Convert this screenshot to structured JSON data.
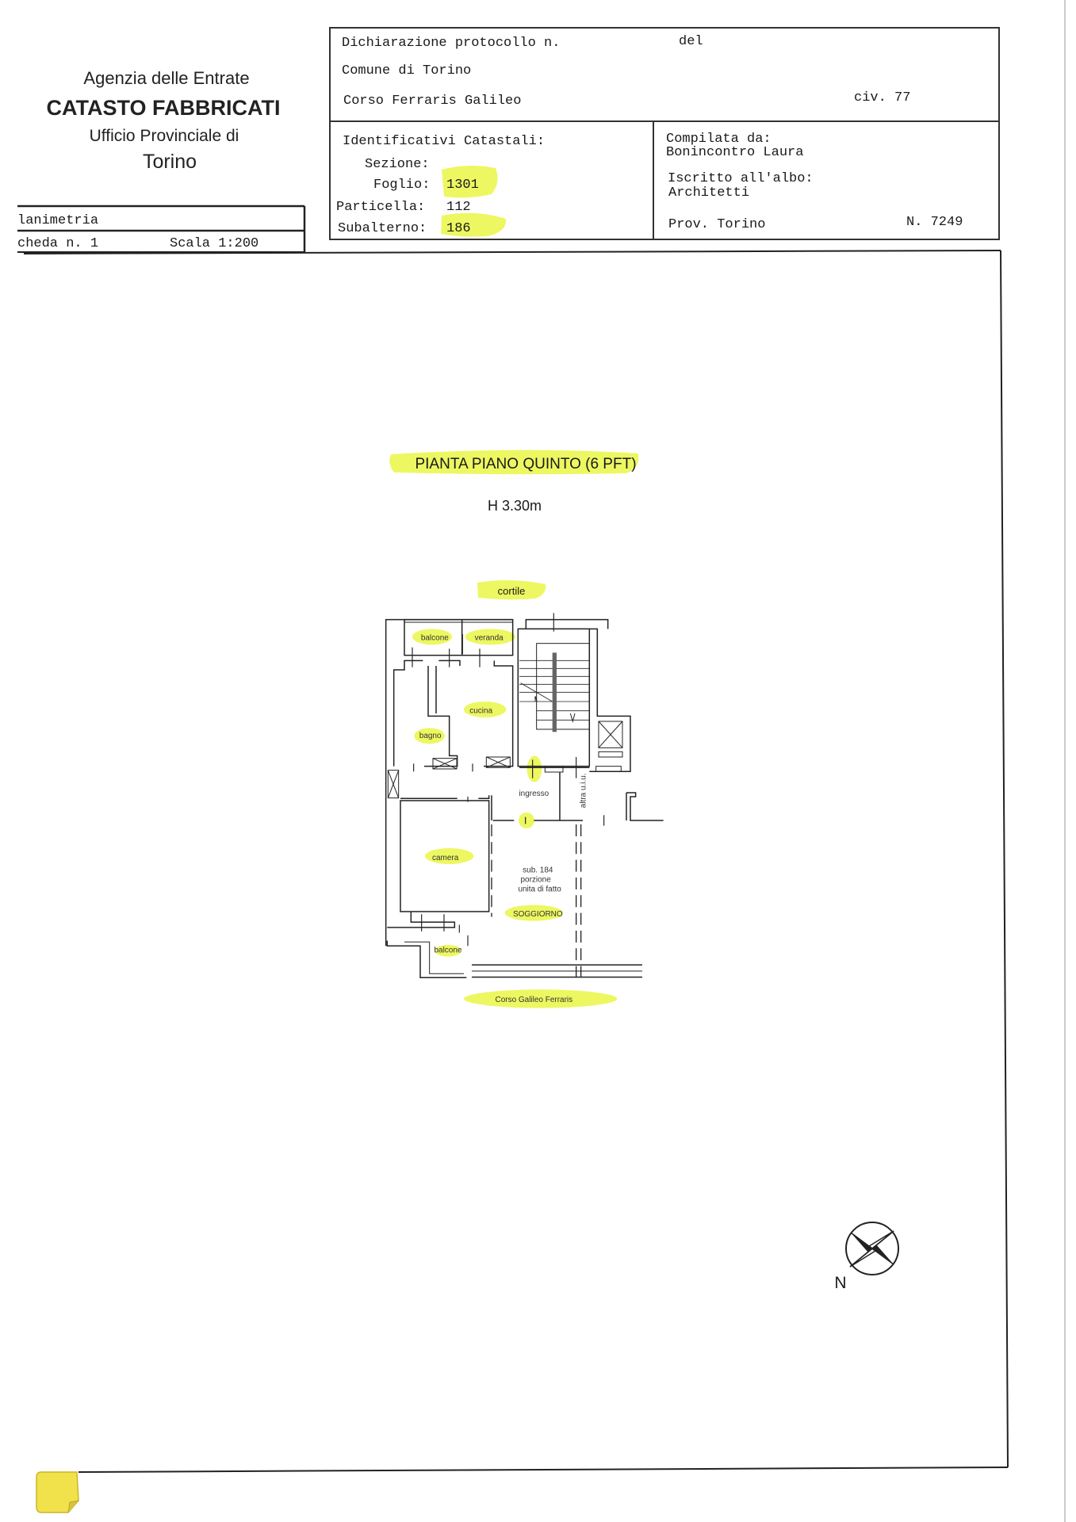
{
  "agency": {
    "line1": "Agenzia delle Entrate",
    "line2": "CATASTO FABBRICATI",
    "line3": "Ufficio Provinciale di",
    "line4": "Torino"
  },
  "sheet": {
    "type": "lanimetria",
    "scheda": "cheda n. 1",
    "scala": "Scala 1:200"
  },
  "declaration": {
    "protocollo": "Dichiarazione protocollo n.",
    "del": "del",
    "comune": "Comune di Torino",
    "address": "Corso Ferraris Galileo",
    "civ": "civ. 77"
  },
  "identifiers": {
    "title": "Identificativi Catastali:",
    "sezione_label": "Sezione:",
    "foglio_label": "Foglio:",
    "foglio": "1301",
    "particella_label": "Particella:",
    "particella": "112",
    "subalterno_label": "Subalterno:",
    "subalterno": "186"
  },
  "compiler": {
    "label": "Compilata da:",
    "name": "Bonincontro Laura",
    "albo_label": "Iscritto all'albo:",
    "albo": "Architetti",
    "prov": "Prov. Torino",
    "number": "N. 7249"
  },
  "plan": {
    "title": "PIANTA PIANO QUINTO (6 PFT)",
    "height": "H 3.30m",
    "north_side": "cortile",
    "street": "Corso Galileo Ferraris",
    "rooms": {
      "balcone_top": "balcone",
      "veranda": "veranda",
      "cucina": "cucina",
      "bagno": "bagno",
      "ingresso": "ingresso",
      "altra": "altra u.i.u.",
      "camera": "camera",
      "sub1": "sub. 184",
      "sub2": "porzione",
      "sub3": "unita di fatto",
      "soggiorno": "SOGGIORNO",
      "balcone_bottom": "balcone"
    },
    "compass_label": "N"
  },
  "colors": {
    "highlight": "#e8f53a"
  }
}
